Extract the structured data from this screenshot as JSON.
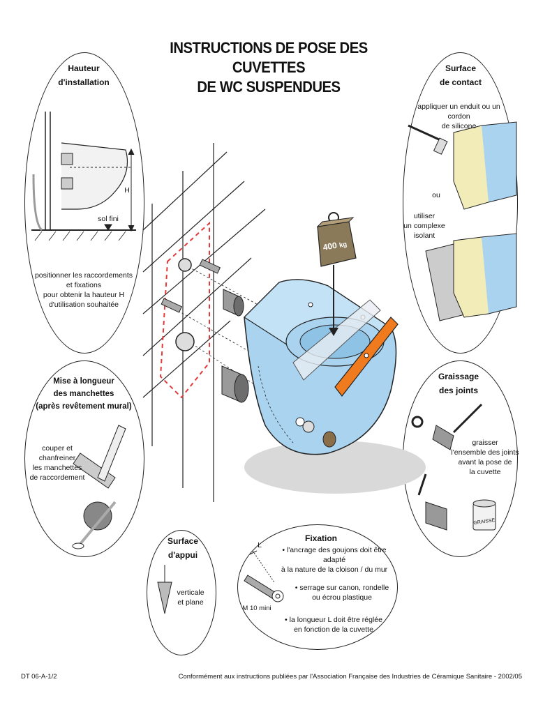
{
  "title": {
    "line1": "INSTRUCTIONS DE POSE DES CUVETTES",
    "line2": "DE WC SUSPENDUES"
  },
  "hauteur": {
    "title1": "Hauteur",
    "title2": "d'installation",
    "h_label": "H",
    "sol_label": "sol fini",
    "text": [
      "positionner les raccordements",
      "et fixations",
      "pour obtenir la hauteur H",
      "d'utilisation souhaitée"
    ]
  },
  "surface_contact": {
    "title1": "Surface",
    "title2": "de contact",
    "text1": [
      "appliquer un enduit ou un cordon",
      "de silicone"
    ],
    "ou": "ou",
    "text2": [
      "utiliser",
      "un complexe",
      "isolant"
    ]
  },
  "weight": {
    "label": "400",
    "unit": "kg"
  },
  "mise": {
    "title": [
      "Mise à longueur",
      "des manchettes",
      "(après revêtement mural)"
    ],
    "text": [
      "couper et",
      "chanfreiner",
      "les manchettes",
      "de raccordement"
    ]
  },
  "graissage": {
    "title1": "Graissage",
    "title2": "des joints",
    "text": [
      "graisser",
      "l'ensemble des joints",
      "avant la pose de",
      "la cuvette"
    ],
    "can_label": "GRAISSE"
  },
  "appui": {
    "title1": "Surface",
    "title2": "d'appui",
    "text": [
      "verticale",
      "et plane"
    ]
  },
  "fixation": {
    "title": "Fixation",
    "l_label": "L",
    "m_label": "M 10 mini",
    "bullets": [
      [
        "l'ancrage des goujons doit être adapté",
        "à la nature de la cloison / du mur"
      ],
      [
        "serrage sur canon, rondelle",
        "ou écrou plastique"
      ],
      [
        "la longueur L doit être réglée",
        "en fonction de la cuvette"
      ]
    ]
  },
  "footer": {
    "ref": "DT 06-A-1/2",
    "note_pre": "Conformément aux instructions publiées par l'",
    "note_org": "Association Française des Industries de Céramique Sanitaire",
    "note_post": " - 2002/05"
  },
  "colors": {
    "bowl": "#a9d3ef",
    "bowl_dark": "#7fb3d8",
    "level": "#f07a1e",
    "weight": "#8b7a5a",
    "seal": "#f1ecb8",
    "shadow": "#d9d9d9",
    "dashed": "#e23a3a"
  }
}
